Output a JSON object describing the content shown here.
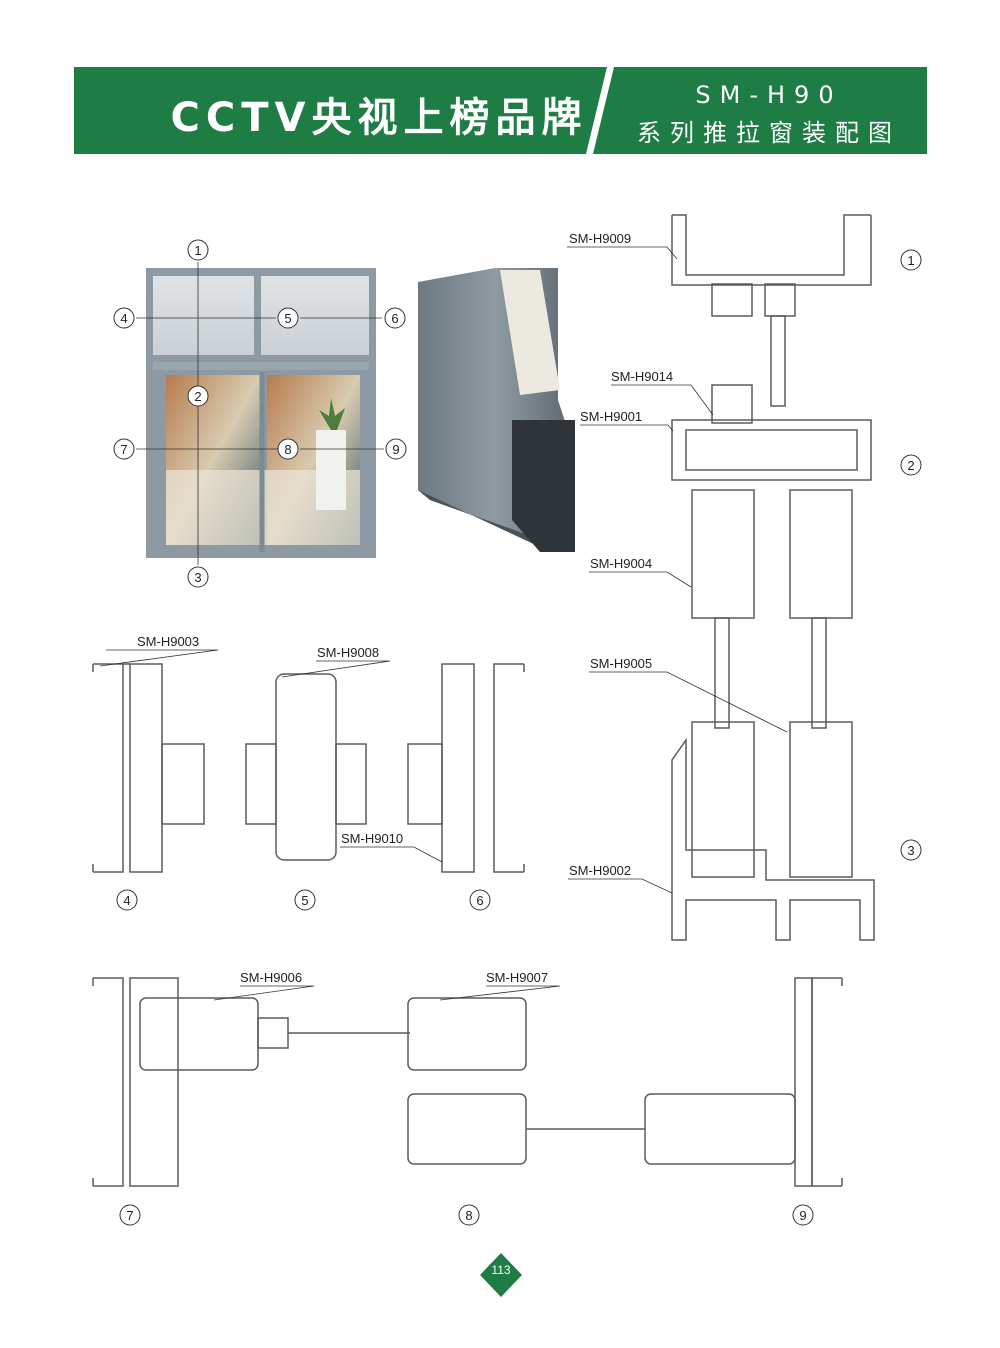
{
  "header": {
    "title": "CCTV央视上榜品牌",
    "model": "SM-H90",
    "subtitle": "系列推拉窗装配图"
  },
  "colors": {
    "brand_green": "#1e7c45",
    "profile_stroke": "#5b5b5b",
    "profile_fill": "#ffffff"
  },
  "part_labels": [
    "SM-H9009",
    "SM-H9014",
    "SM-H9001",
    "SM-H9004",
    "SM-H9005",
    "SM-H9002",
    "SM-H9003",
    "SM-H9008",
    "SM-H9010",
    "SM-H9006",
    "SM-H9007"
  ],
  "callouts": [
    "1",
    "2",
    "3",
    "4",
    "5",
    "6",
    "7",
    "8",
    "9"
  ],
  "page_number": "113"
}
